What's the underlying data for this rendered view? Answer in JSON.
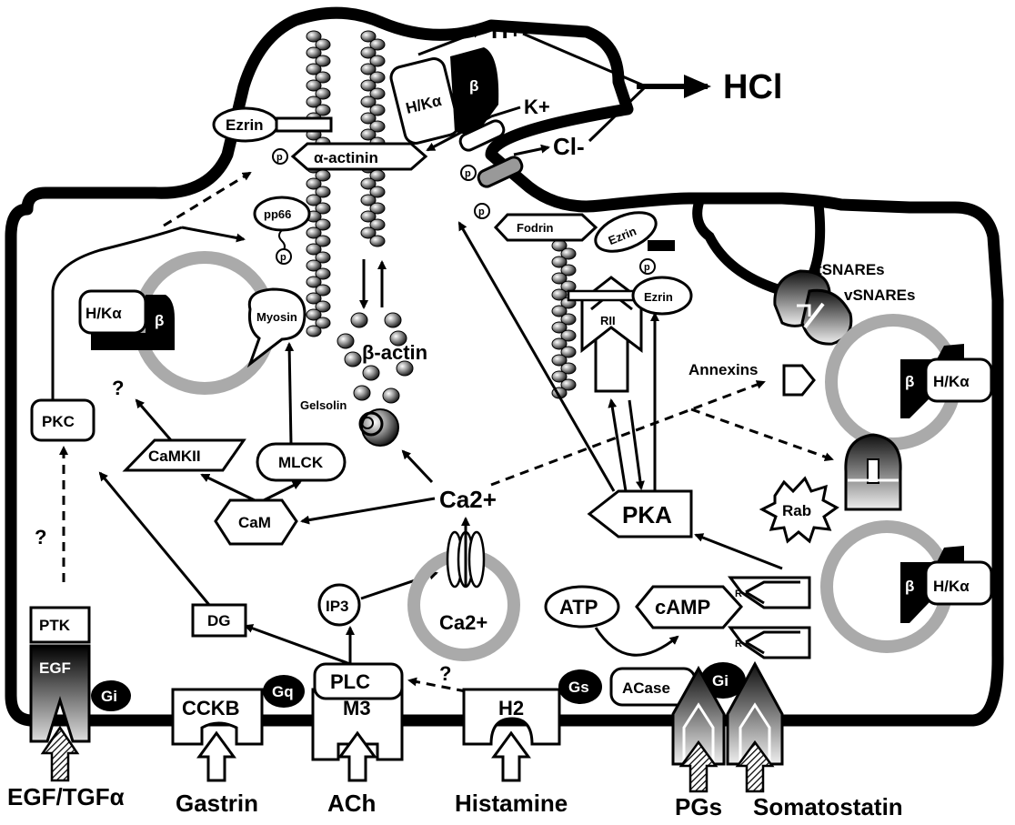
{
  "ions": {
    "h_plus": "H+",
    "k_plus": "K+",
    "cl_minus": "Cl-",
    "hcl": "HCl",
    "ca_cyto": "Ca2+",
    "ca_store": "Ca2+"
  },
  "proteins": {
    "ezrin_top": "Ezrin",
    "p": "p",
    "alpha_actinin": "α-actinin",
    "pp66": "pp66",
    "hk_alpha": "H/Kα",
    "beta": "β",
    "myosin": "Myosin",
    "beta_actin": "β-actin",
    "gelsolin": "Gelsolin",
    "fodrin": "Fodrin",
    "ezrin_mid": "Ezrin",
    "ezrin_low": "Ezrin",
    "rii": "RII",
    "tsnares": "tSNAREs",
    "vsnares": "vSNAREs",
    "annexins": "Annexins",
    "rab": "Rab",
    "r": "R"
  },
  "signaling": {
    "pkc": "PKC",
    "camkii": "CaMKII",
    "mlck": "MLCK",
    "cam": "CaM",
    "pka": "PKA",
    "ip3": "IP3",
    "dg": "DG",
    "ptk": "PTK",
    "egf": "EGF",
    "plc": "PLC",
    "atp": "ATP",
    "camp": "cAMP",
    "acase": "ACase",
    "question": "?"
  },
  "receptors": {
    "cckb": "CCKB",
    "m3": "M3",
    "h2": "H2",
    "gi": "Gi",
    "gq": "Gq",
    "gs": "Gs"
  },
  "ligands": {
    "egf_tgf": "EGF/TGFα",
    "gastrin": "Gastrin",
    "ach": "ACh",
    "histamine": "Histamine",
    "pgs": "PGs",
    "somatostatin": "Somatostatin"
  }
}
